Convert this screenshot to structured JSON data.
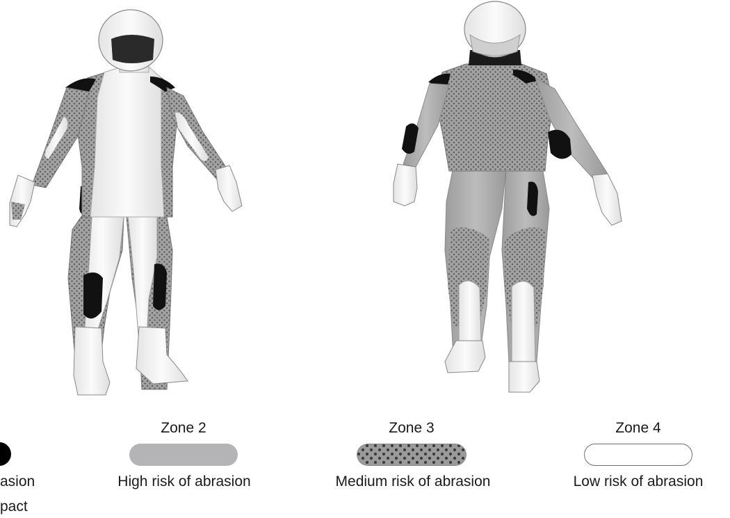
{
  "legend": {
    "zones": [
      {
        "zone": "",
        "desc": "asion",
        "desc2": "pact",
        "fill": "#000000",
        "texture": "solid"
      },
      {
        "zone": "Zone 2",
        "desc": "High risk of abrasion",
        "fill": "#b4b4b6",
        "texture": "solid"
      },
      {
        "zone": "Zone 3",
        "desc": "Medium risk of abrasion",
        "fill": "#8f8f8f",
        "texture": "dotted"
      },
      {
        "zone": "Zone 4",
        "desc": "Low risk of abrasion",
        "fill": "#ffffff",
        "texture": "outline"
      }
    ]
  },
  "colors": {
    "zone1": "#111111",
    "zone2": "#b4b4b6",
    "zone3": "#9a9a9a",
    "zone4": "#f2f2f2",
    "outline": "#6e6e6e"
  }
}
